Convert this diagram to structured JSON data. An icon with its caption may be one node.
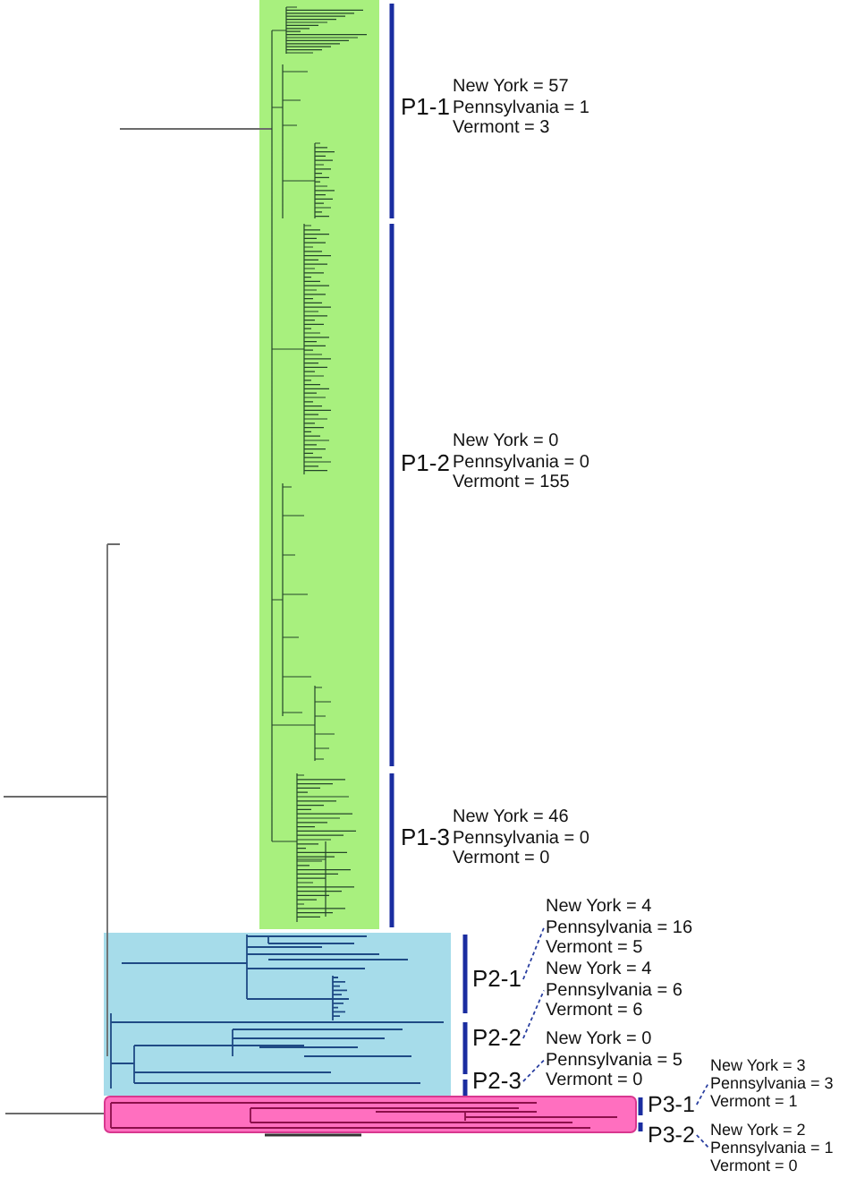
{
  "diagram": {
    "nodes": [
      {
        "text": [
          "P2-1"
        ]
      },
      {
        "text": [
          "New York = 4",
          "Pennsylvania = 16",
          "Vermont = 5"
        ]
      },
      {
        "text": [
          "P2-2"
        ]
      },
      {
        "text": [
          "New York = 4",
          "Pennsylvania = 6",
          "Vermont = 6"
        ]
      },
      {
        "text": [
          "P2-3"
        ]
      },
      {
        "text": [
          "New York = 0",
          "Pennsylvania = 5",
          "Vermont = 0"
        ]
      },
      {
        "text": [
          "P3-1"
        ]
      },
      {
        "text": [
          "New York = 3",
          "Pennsylvania = 3",
          "Vermont = 1"
        ]
      },
      {
        "text": [
          "P3-2"
        ]
      },
      {
        "text": [
          "New York = 2",
          "Pennsylvania = 1",
          "Vermont = 0"
        ]
      }
    ],
    "edges": [
      {
        "from": 0,
        "to": 1,
        "arrow": "none",
        "style": "dashed"
      },
      {
        "from": 2,
        "to": 3,
        "arrow": "none",
        "style": "dashed"
      },
      {
        "from": 4,
        "to": 5,
        "arrow": "none",
        "style": "dashed"
      },
      {
        "from": 6,
        "to": 7,
        "arrow": "none",
        "style": "dashed"
      },
      {
        "from": 8,
        "to": 9,
        "arrow": "none",
        "style": "dashed"
      }
    ],
    "labels": [
      "P1-1",
      "New York = 57",
      "Pennsylvania = 1",
      "Vermont = 3",
      "P1-2",
      "New York = 0",
      "Pennsylvania = 0",
      "Vermont = 155",
      "P1-3",
      "New York = 46",
      "Pennsylvania = 0",
      "Vermont = 0"
    ]
  }
}
